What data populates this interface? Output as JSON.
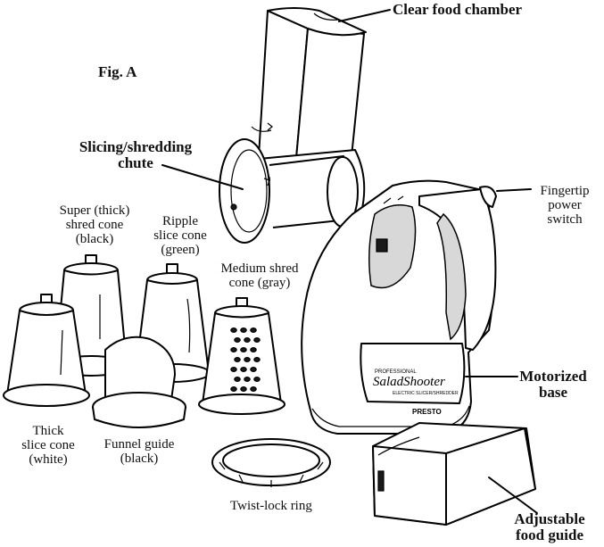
{
  "figure": {
    "title": "Fig. A"
  },
  "labels": {
    "clear_food_chamber": "Clear food chamber",
    "slicing_chute_line1": "Slicing/shredding",
    "slicing_chute_line2": "chute",
    "fingertip_line1": "Fingertip",
    "fingertip_line2": "power",
    "fingertip_line3": "switch",
    "super_shred_line1": "Super (thick)",
    "super_shred_line2": "shred cone",
    "super_shred_line3": "(black)",
    "ripple_line1": "Ripple",
    "ripple_line2": "slice cone",
    "ripple_line3": "(green)",
    "medium_shred_line1": "Medium shred",
    "medium_shred_line2": "cone (gray)",
    "motorized_line1": "Motorized",
    "motorized_line2": "base",
    "thick_slice_line1": "Thick",
    "thick_slice_line2": "slice cone",
    "thick_slice_line3": "(white)",
    "funnel_line1": "Funnel guide",
    "funnel_line2": "(black)",
    "twist_lock": "Twist-lock ring",
    "adjustable_line1": "Adjustable",
    "adjustable_line2": "food guide"
  },
  "product_branding": {
    "professional": "PROFESSIONAL",
    "salad_shooter": "SaladShooter",
    "subtitle": "ELECTRIC SLICER/SHREDDER",
    "brand": "PRESTO"
  }
}
